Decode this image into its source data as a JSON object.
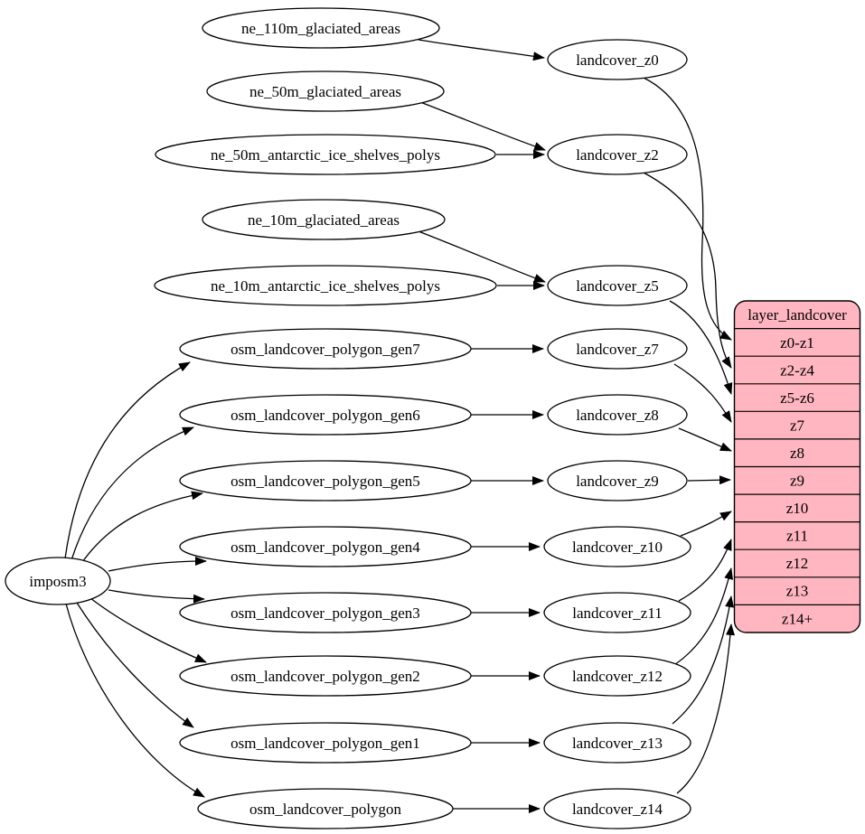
{
  "diagram": {
    "kind": "etl-dependency-graph",
    "colors": {
      "background": "#ffffff",
      "node_fill": "#ffffff",
      "node_stroke": "#000000",
      "edge_stroke": "#000000",
      "record_fill": "#ffb6c1",
      "text": "#000000"
    },
    "labels": {
      "imposm3": "imposm3",
      "ne_110m_glaciated_areas": "ne_110m_glaciated_areas",
      "ne_50m_glaciated_areas": "ne_50m_glaciated_areas",
      "ne_50m_antarctic_ice_shelves_polys": "ne_50m_antarctic_ice_shelves_polys",
      "ne_10m_glaciated_areas": "ne_10m_glaciated_areas",
      "ne_10m_antarctic_ice_shelves_polys": "ne_10m_antarctic_ice_shelves_polys",
      "osm_landcover_polygon_gen7": "osm_landcover_polygon_gen7",
      "osm_landcover_polygon_gen6": "osm_landcover_polygon_gen6",
      "osm_landcover_polygon_gen5": "osm_landcover_polygon_gen5",
      "osm_landcover_polygon_gen4": "osm_landcover_polygon_gen4",
      "osm_landcover_polygon_gen3": "osm_landcover_polygon_gen3",
      "osm_landcover_polygon_gen2": "osm_landcover_polygon_gen2",
      "osm_landcover_polygon_gen1": "osm_landcover_polygon_gen1",
      "osm_landcover_polygon": "osm_landcover_polygon",
      "landcover_z0": "landcover_z0",
      "landcover_z2": "landcover_z2",
      "landcover_z5": "landcover_z5",
      "landcover_z7": "landcover_z7",
      "landcover_z8": "landcover_z8",
      "landcover_z9": "landcover_z9",
      "landcover_z10": "landcover_z10",
      "landcover_z11": "landcover_z11",
      "landcover_z12": "landcover_z12",
      "landcover_z13": "landcover_z13",
      "landcover_z14": "landcover_z14"
    },
    "record": {
      "title": "layer_landcover",
      "rows": [
        "z0-z1",
        "z2-z4",
        "z5-z6",
        "z7",
        "z8",
        "z9",
        "z10",
        "z11",
        "z12",
        "z13",
        "z14+"
      ]
    },
    "edges": [
      {
        "from": "ne_110m_glaciated_areas",
        "to": "landcover_z0"
      },
      {
        "from": "ne_50m_glaciated_areas",
        "to": "landcover_z2"
      },
      {
        "from": "ne_50m_antarctic_ice_shelves_polys",
        "to": "landcover_z2"
      },
      {
        "from": "ne_10m_glaciated_areas",
        "to": "landcover_z5"
      },
      {
        "from": "ne_10m_antarctic_ice_shelves_polys",
        "to": "landcover_z5"
      },
      {
        "from": "imposm3",
        "to": "osm_landcover_polygon_gen7"
      },
      {
        "from": "imposm3",
        "to": "osm_landcover_polygon_gen6"
      },
      {
        "from": "imposm3",
        "to": "osm_landcover_polygon_gen5"
      },
      {
        "from": "imposm3",
        "to": "osm_landcover_polygon_gen4"
      },
      {
        "from": "imposm3",
        "to": "osm_landcover_polygon_gen3"
      },
      {
        "from": "imposm3",
        "to": "osm_landcover_polygon_gen2"
      },
      {
        "from": "imposm3",
        "to": "osm_landcover_polygon_gen1"
      },
      {
        "from": "imposm3",
        "to": "osm_landcover_polygon"
      },
      {
        "from": "osm_landcover_polygon_gen7",
        "to": "landcover_z7"
      },
      {
        "from": "osm_landcover_polygon_gen6",
        "to": "landcover_z8"
      },
      {
        "from": "osm_landcover_polygon_gen5",
        "to": "landcover_z9"
      },
      {
        "from": "osm_landcover_polygon_gen4",
        "to": "landcover_z10"
      },
      {
        "from": "osm_landcover_polygon_gen3",
        "to": "landcover_z11"
      },
      {
        "from": "osm_landcover_polygon_gen2",
        "to": "landcover_z12"
      },
      {
        "from": "osm_landcover_polygon_gen1",
        "to": "landcover_z13"
      },
      {
        "from": "osm_landcover_polygon",
        "to": "landcover_z14"
      },
      {
        "from": "landcover_z0",
        "to": "layer_landcover:z0-z1"
      },
      {
        "from": "landcover_z2",
        "to": "layer_landcover:z2-z4"
      },
      {
        "from": "landcover_z5",
        "to": "layer_landcover:z5-z6"
      },
      {
        "from": "landcover_z7",
        "to": "layer_landcover:z7"
      },
      {
        "from": "landcover_z8",
        "to": "layer_landcover:z8"
      },
      {
        "from": "landcover_z9",
        "to": "layer_landcover:z9"
      },
      {
        "from": "landcover_z10",
        "to": "layer_landcover:z10"
      },
      {
        "from": "landcover_z11",
        "to": "layer_landcover:z11"
      },
      {
        "from": "landcover_z12",
        "to": "layer_landcover:z12"
      },
      {
        "from": "landcover_z13",
        "to": "layer_landcover:z13"
      },
      {
        "from": "landcover_z14",
        "to": "layer_landcover:z14+"
      }
    ]
  }
}
